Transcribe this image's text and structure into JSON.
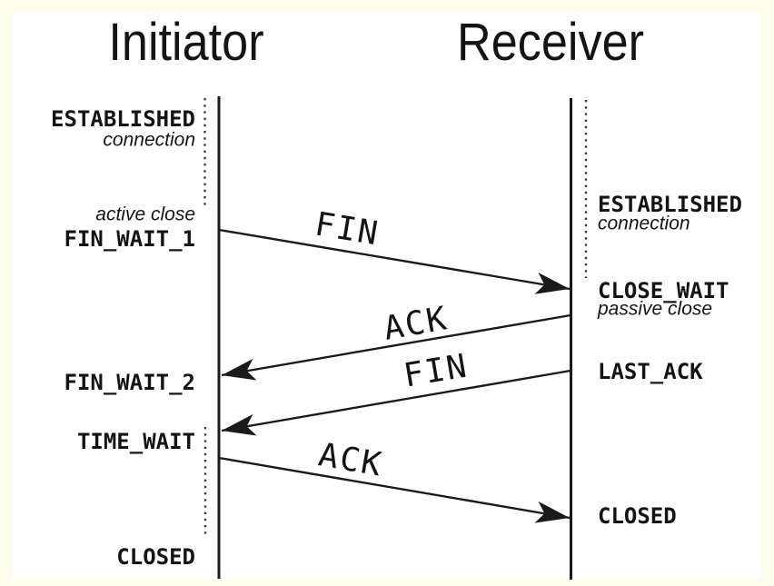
{
  "diagram": {
    "kind": "tcp-connection-termination-sequence",
    "colors": {
      "frame_border": "#fdfdec",
      "canvas": "#ffffff",
      "line": "#1a1a1a",
      "text": "#141414"
    }
  },
  "initiator": {
    "title": "Initiator",
    "states": {
      "established": "ESTABLISHED",
      "connection": "connection",
      "active_close": "active close",
      "fin_wait_1": "FIN_WAIT_1",
      "fin_wait_2": "FIN_WAIT_2",
      "time_wait": "TIME_WAIT",
      "closed": "CLOSED"
    }
  },
  "receiver": {
    "title": "Receiver",
    "states": {
      "established": "ESTABLISHED",
      "connection": "connection",
      "close_wait": "CLOSE_WAIT",
      "passive_close": "passive close",
      "last_ack": "LAST_ACK",
      "closed": "CLOSED"
    }
  },
  "messages": {
    "fin1": "FIN",
    "ack1": "ACK",
    "fin2": "FIN",
    "ack2": "ACK"
  }
}
